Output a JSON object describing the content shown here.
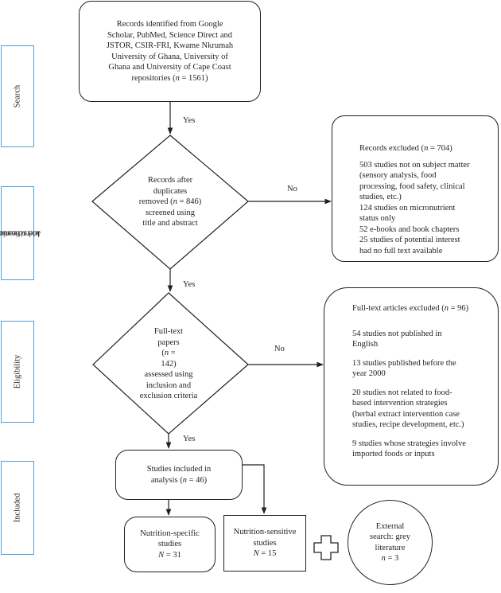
{
  "stages": [
    {
      "id": "search",
      "label": "Search"
    },
    {
      "id": "identification",
      "label_lines": [
        "Identification",
        "and screening"
      ]
    },
    {
      "id": "eligibility",
      "label": "Eligibility"
    },
    {
      "id": "included",
      "label": "Included"
    }
  ],
  "identified": {
    "lines": [
      "Records identified from Google",
      "Scholar, PubMed, Science Direct and",
      "JSTOR, CSIR-FRI, Kwame Nkrumah",
      "University of Ghana, University of",
      "Ghana and University of Cape Coast"
    ],
    "last_prefix": "repositories (",
    "n_var": "n",
    "last_suffix": " = 1561)"
  },
  "screened": {
    "lines_top": [
      "Records after",
      "duplicates"
    ],
    "mid_prefix": "removed (",
    "n_var": "n",
    "mid_suffix": " = 846)",
    "lines_bottom": [
      "screened using",
      "title and abstract"
    ]
  },
  "records_excluded": {
    "title_prefix": "Records excluded (",
    "n_var": "n",
    "title_suffix": " = 704)",
    "reasons": [
      [
        "503 studies not on subject matter",
        "(sensory analysis, food",
        "processing, food safety, clinical",
        "studies, etc.)"
      ],
      [
        "124 studies on micronutrient",
        "status only"
      ],
      [
        "52 e-books and book chapters"
      ],
      [
        "25 studies of potential interest",
        "had no full text available"
      ]
    ]
  },
  "fulltext": {
    "lines_top": [
      "Full-text",
      "papers"
    ],
    "n_prefix": "(",
    "n_var": "n",
    "n_suffix": " =",
    "lines_bottom": [
      "142)",
      "assessed using",
      "inclusion and",
      "exclusion criteria"
    ]
  },
  "fulltext_excluded": {
    "title_prefix": "Full-text articles excluded (",
    "n_var": "n",
    "title_suffix": " = 96)",
    "reasons": [
      [
        "54 studies not published in",
        "English"
      ],
      [
        "13 studies published before the",
        "year 2000"
      ],
      [
        "20 studies not related to food-",
        "based intervention strategies",
        "(herbal extract intervention case",
        "studies, recipe development, etc.)"
      ],
      [
        "9 studies whose strategies involve",
        "imported foods or inputs"
      ]
    ]
  },
  "included": {
    "line1": "Studies included in",
    "line2_prefix": "analysis (",
    "n_var": "n",
    "line2_suffix": " = 46)"
  },
  "specific": {
    "lines": [
      "Nutrition-specific",
      "studies"
    ],
    "n_var": "N",
    "n_suffix": " = 31"
  },
  "sensitive": {
    "lines": [
      "Nutrition-sensitive",
      "studies"
    ],
    "n_var": "N",
    "n_suffix": " = 15"
  },
  "external": {
    "lines": [
      "External",
      "search: grey",
      "literature"
    ],
    "n_var": "n",
    "n_suffix": " = 3"
  },
  "connector_labels": {
    "yes": "Yes",
    "no": "No"
  },
  "colors": {
    "stage_border": "#4f9fd8",
    "stroke": "#231f20"
  },
  "icons": {
    "plus": "plus-cross-icon"
  }
}
